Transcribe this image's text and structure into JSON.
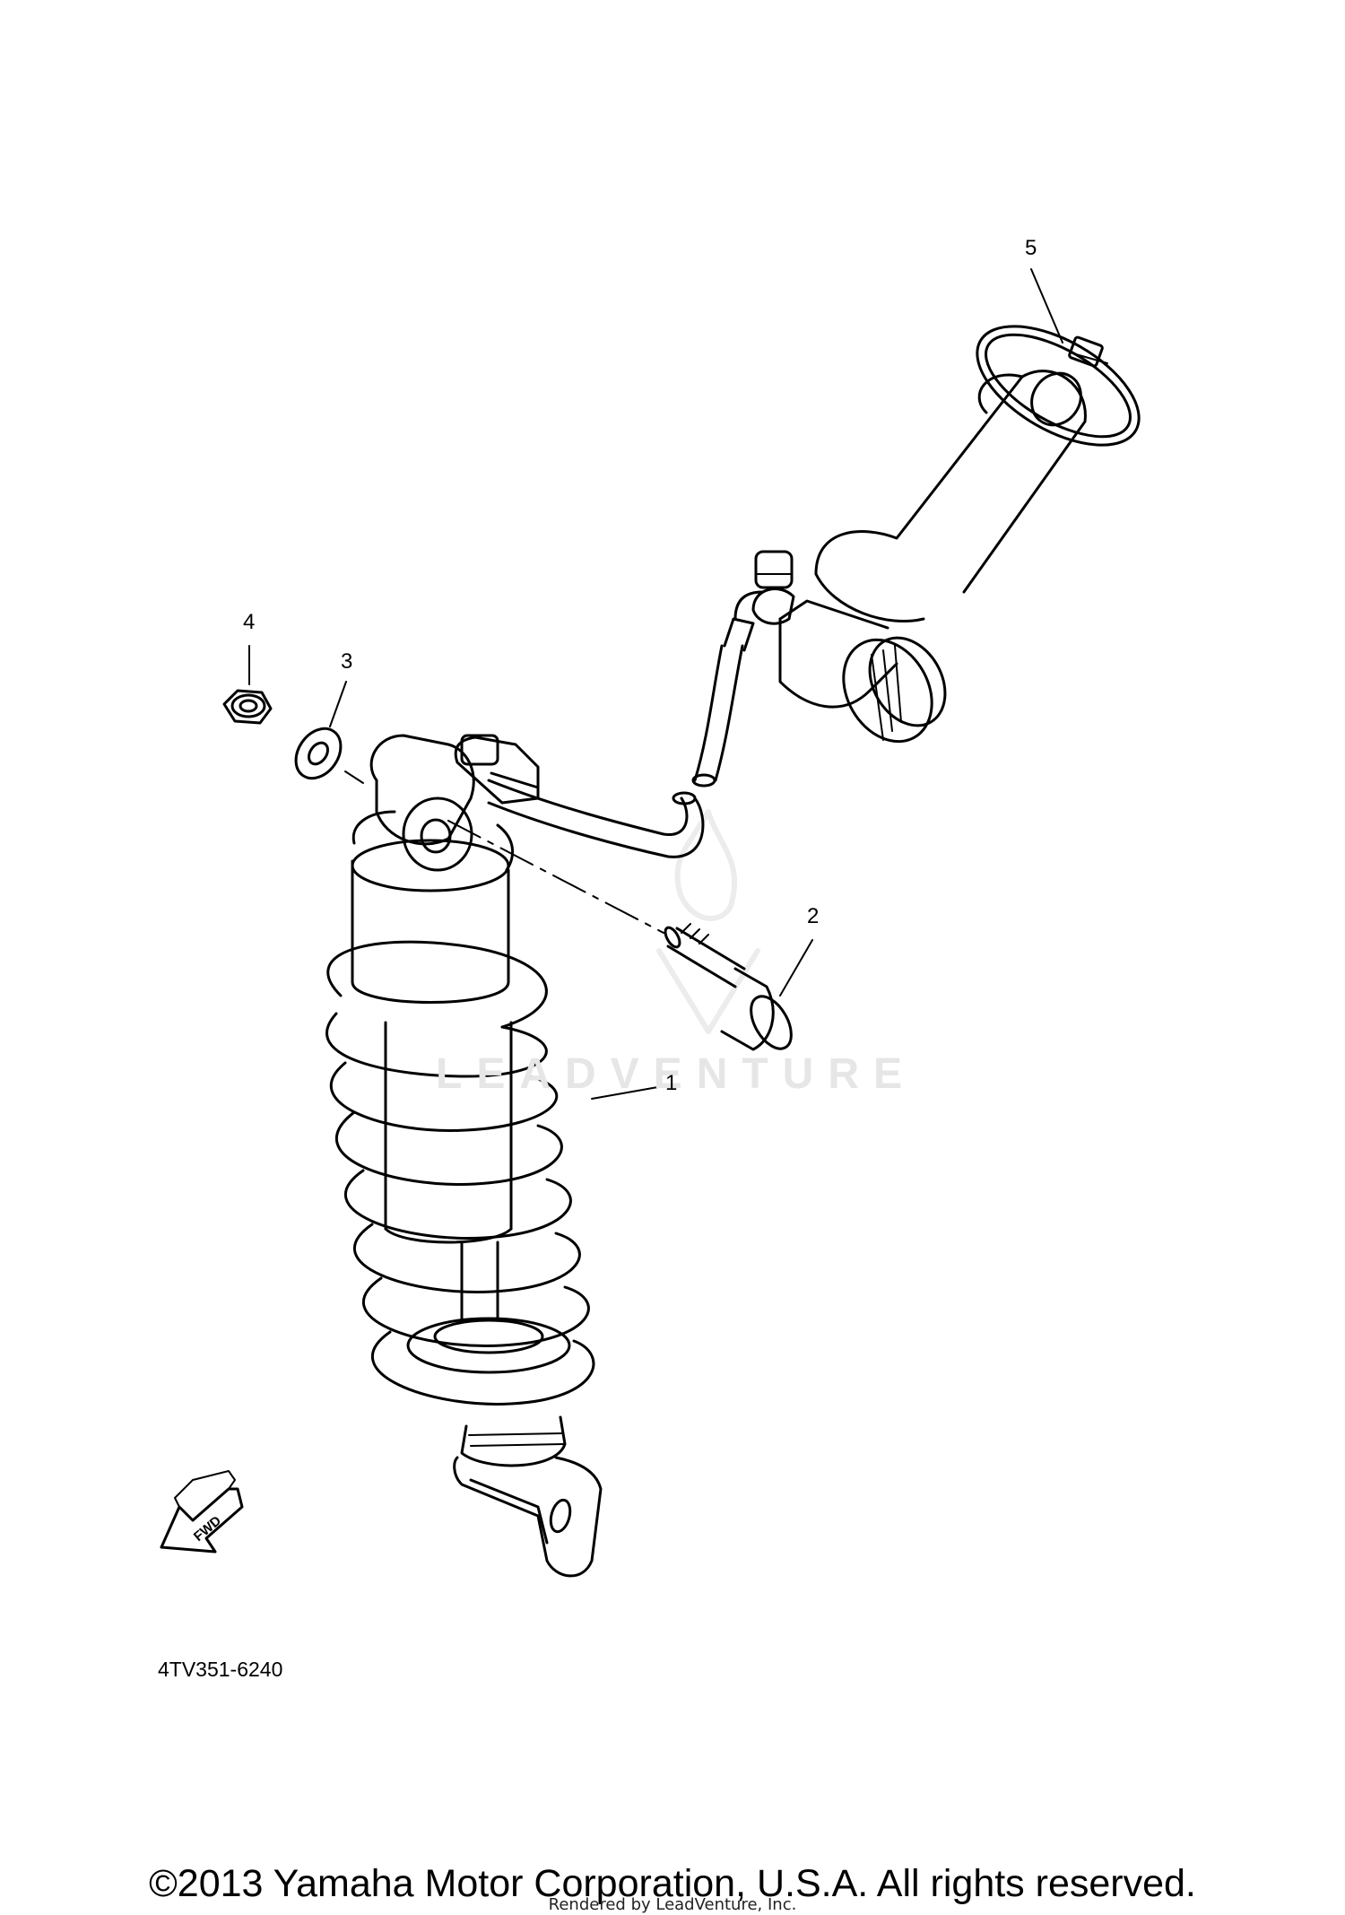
{
  "callouts": {
    "part_1": "1",
    "part_2": "2",
    "part_3": "3",
    "part_4": "4",
    "part_5": "5"
  },
  "fwd_label": "FWD",
  "part_code": "4TV351-6240",
  "watermark": "LEADVENTURE",
  "copyright": "©2013 Yamaha Motor Corporation, U.S.A. All rights reserved.",
  "rendered_by": "Rendered by LeadVenture, Inc."
}
